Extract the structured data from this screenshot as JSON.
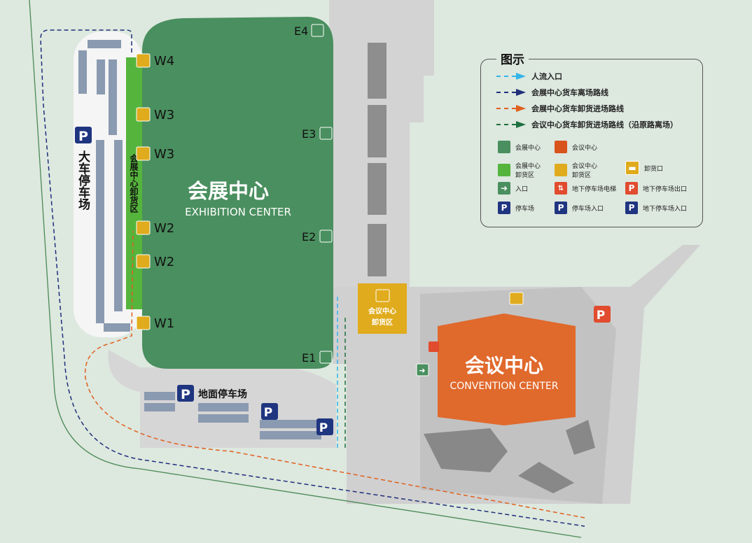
{
  "legend": {
    "title": "图示",
    "routes": [
      {
        "label": "人流入口",
        "color": "#35b4e8"
      },
      {
        "label": "会展中心货车离场路线",
        "color": "#1f2f7a"
      },
      {
        "label": "会展中心货车卸货进场路线",
        "color": "#e0601e"
      },
      {
        "label": "会议中心货车卸货进场路线（沿原路离场）",
        "color": "#1d7040"
      }
    ],
    "swatches": {
      "exhibition": "会展中心",
      "convention": "会议中心",
      "exhibition_loading": "会展中心\n卸货区",
      "convention_loading": "会议中心\n卸货区",
      "loading_dock": "卸货口",
      "entrance": "入口",
      "underground_elevator": "地下停车场电梯",
      "underground_exit": "地下停车场出口",
      "parking": "停车场",
      "parking_entrance": "停车场入口",
      "underground_entrance": "地下停车场入口"
    }
  },
  "colors": {
    "exhibition": "#4a8f5f",
    "exhibition_loading": "#55b43c",
    "convention": "#e0692c",
    "convention_loading": "#e0ab1c",
    "parking_blue": "#1f3580",
    "background": "#dde8df",
    "road": "#d5d5d5"
  },
  "map": {
    "exhibition_cn": "会展中心",
    "exhibition_en": "EXHIBITION CENTER",
    "convention_cn": "会议中心",
    "convention_en": "CONVENTION CENTER",
    "exhibition_loading_label": "会展中心卸货区",
    "convention_loading_label1": "会议中心",
    "convention_loading_label2": "卸货区",
    "truck_parking": "大车停车场",
    "ground_parking": "地面停车场",
    "docks": [
      "W4",
      "W3",
      "W3",
      "W2",
      "W2",
      "W1"
    ],
    "entrances": [
      "E4",
      "E3",
      "E2",
      "E1"
    ],
    "parking_symbol": "P"
  }
}
